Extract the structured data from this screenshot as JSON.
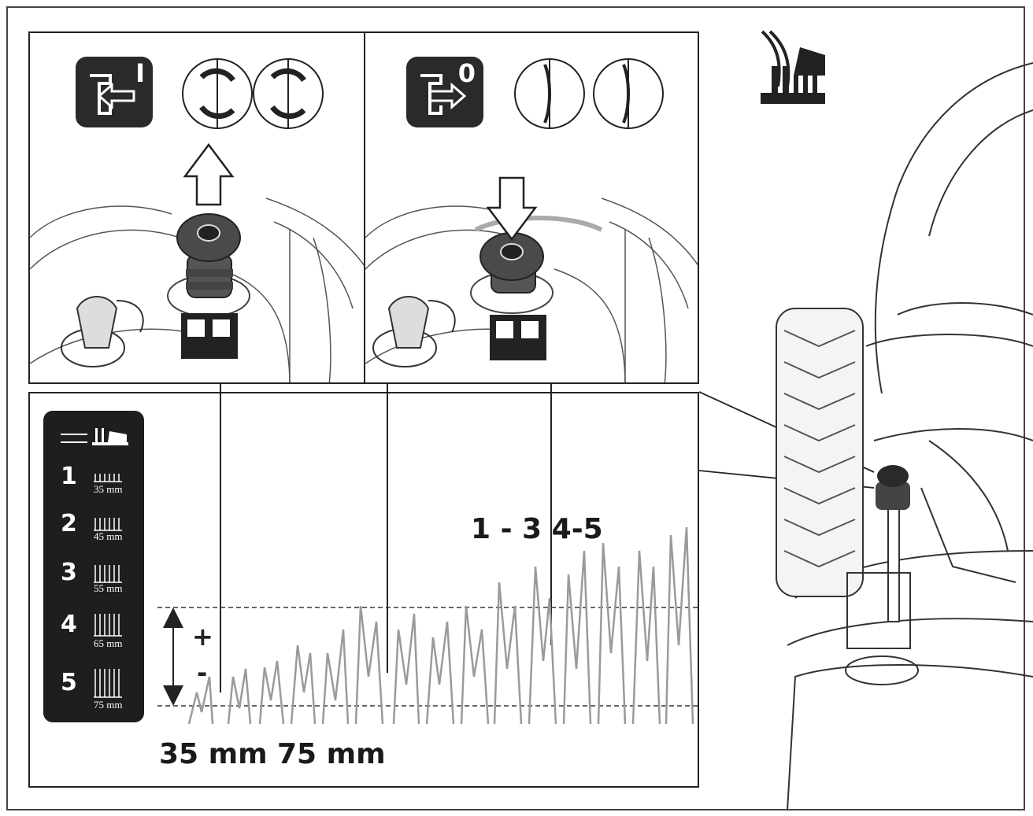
{
  "panels": {
    "engage": {
      "icon_label": "I"
    },
    "disengage": {
      "icon_label": "0"
    }
  },
  "legend": {
    "items": [
      {
        "num": "1",
        "mm": "35 mm"
      },
      {
        "num": "2",
        "mm": "45 mm"
      },
      {
        "num": "3",
        "mm": "55 mm"
      },
      {
        "num": "4",
        "mm": "65 mm"
      },
      {
        "num": "5",
        "mm": "75 mm"
      }
    ]
  },
  "height_scale": {
    "plus": "+",
    "minus": "-"
  },
  "labels": {
    "range": "1 - 3 4-5",
    "min": "35 mm",
    "max": "75 mm"
  },
  "icons": [
    "arrow-out-icon",
    "arrow-in-icon",
    "rotating-blades-icon",
    "stopped-blades-icon",
    "grass-cutting-icon",
    "up-arrow-icon",
    "down-arrow-icon"
  ],
  "colors": {
    "ink": "#222222",
    "grass": "#9a9a9a",
    "dark_panel": "#1e1e1e"
  }
}
